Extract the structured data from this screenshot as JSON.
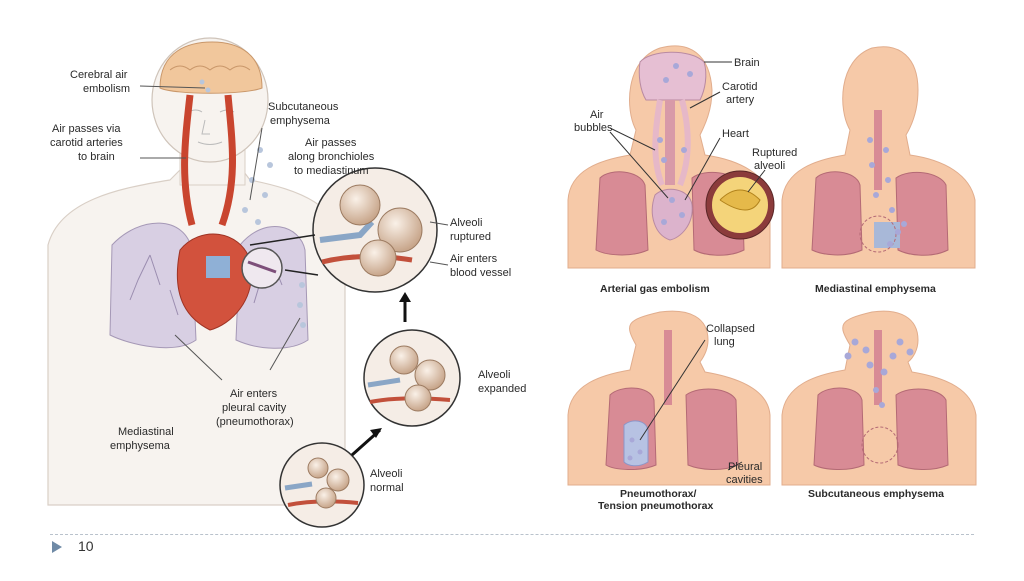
{
  "left_figure": {
    "labels": {
      "cerebral": [
        "Cerebral air",
        "embolism"
      ],
      "carotid": [
        "Air passes via",
        "carotid arteries",
        "to brain"
      ],
      "subcutaneous": [
        "Subcutaneous",
        "emphysema"
      ],
      "bronchioles": [
        "Air passes",
        "along bronchioles",
        "to mediastinum"
      ],
      "alveoli_ruptured": [
        "Alveoli",
        "ruptured"
      ],
      "air_enters_vessel": [
        "Air enters",
        "blood vessel"
      ],
      "alveoli_expanded": [
        "Alveoli",
        "expanded"
      ],
      "alveoli_normal": [
        "Alveoli",
        "normal"
      ],
      "pleural": [
        "Air enters",
        "pleural cavity",
        "(pneumothorax)"
      ],
      "mediastinal": [
        "Mediastinal",
        "emphysema"
      ]
    }
  },
  "right_panels": {
    "labels": {
      "brain": "Brain",
      "carotid": [
        "Carotid",
        "artery"
      ],
      "air_bubbles": [
        "Air",
        "bubbles"
      ],
      "heart": "Heart",
      "ruptured_alveoli": [
        "Ruptured",
        "alveoli"
      ],
      "collapsed_lung": [
        "Collapsed",
        "lung"
      ],
      "pleural_cavities": [
        "Pleural",
        "cavities"
      ]
    },
    "captions": {
      "arterial": "Arterial gas embolism",
      "mediastinal": "Mediastinal emphysema",
      "pneumothorax": [
        "Pneumothorax/",
        "Tension pneumothorax"
      ],
      "subcutaneous": "Subcutaneous emphysema"
    }
  },
  "footer": {
    "page_number": "10"
  },
  "colors": {
    "skin": "#f6c9a8",
    "lung": "#d88b95",
    "bubble": "#a8a8d8",
    "accent": "#6f8aa6"
  }
}
